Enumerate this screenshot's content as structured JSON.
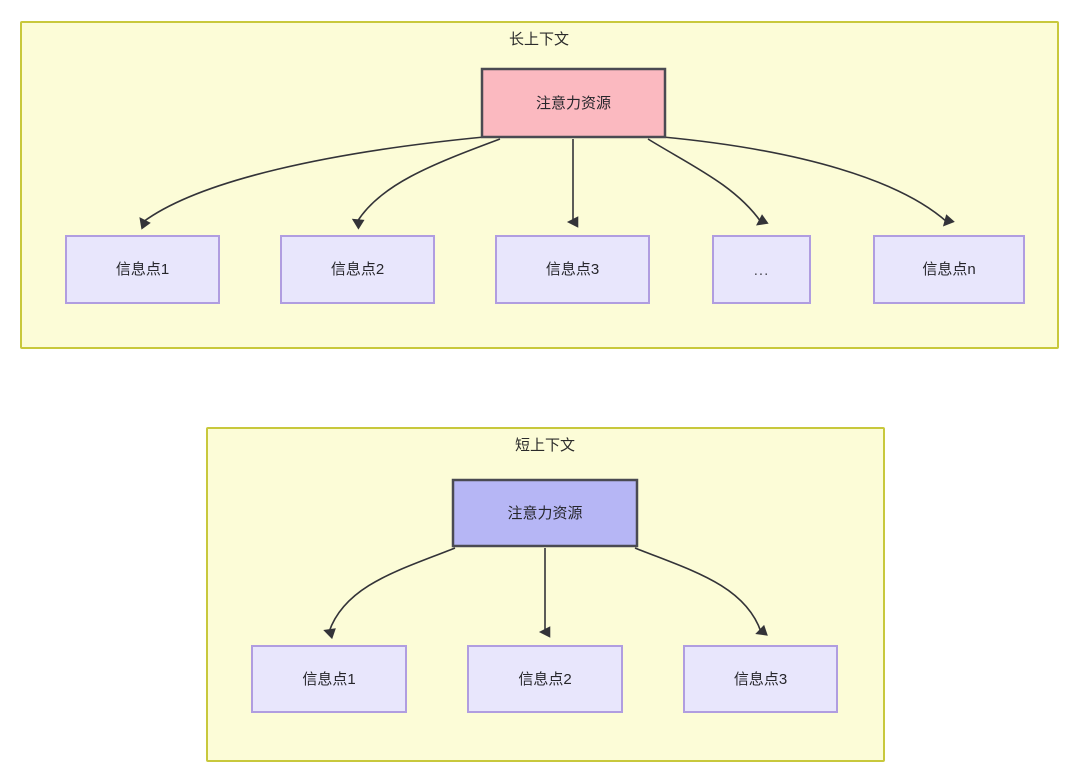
{
  "diagram": {
    "title_top": "长上下文",
    "title_bottom": "短上下文",
    "colors": {
      "container_fill": "#fcfcd7",
      "container_stroke": "#c8c83c",
      "pink_fill": "#fbb9c0",
      "blue_fill": "#b6b6f5",
      "lavender_fill": "#e8e6fc",
      "lavender_stroke": "#b09de0",
      "dark_stroke": "#4a4a52",
      "edge_stroke": "#333338",
      "text": "#26262b"
    }
  },
  "long_context": {
    "title": "长上下文",
    "root": {
      "label": "注意力资源"
    },
    "leaves": [
      {
        "label": "信息点1"
      },
      {
        "label": "信息点2"
      },
      {
        "label": "信息点3"
      },
      {
        "label": "..."
      },
      {
        "label": "信息点n"
      }
    ]
  },
  "short_context": {
    "title": "短上下文",
    "root": {
      "label": "注意力资源"
    },
    "leaves": [
      {
        "label": "信息点1"
      },
      {
        "label": "信息点2"
      },
      {
        "label": "信息点3"
      }
    ]
  }
}
